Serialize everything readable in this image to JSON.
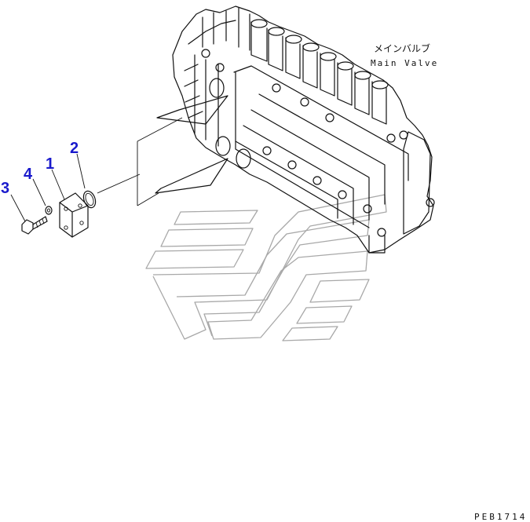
{
  "diagram": {
    "assembly_label_jp": "メインバルブ",
    "assembly_label_en": "Main Valve",
    "drawing_code": "PEB1714",
    "callouts": [
      {
        "number": "1",
        "part": "cover-plate"
      },
      {
        "number": "2",
        "part": "o-ring"
      },
      {
        "number": "3",
        "part": "bolt"
      },
      {
        "number": "4",
        "part": "washer"
      }
    ],
    "colors": {
      "callout": "#1a1acc",
      "linework": "#111111",
      "watermark": "#a8a8a8"
    }
  }
}
